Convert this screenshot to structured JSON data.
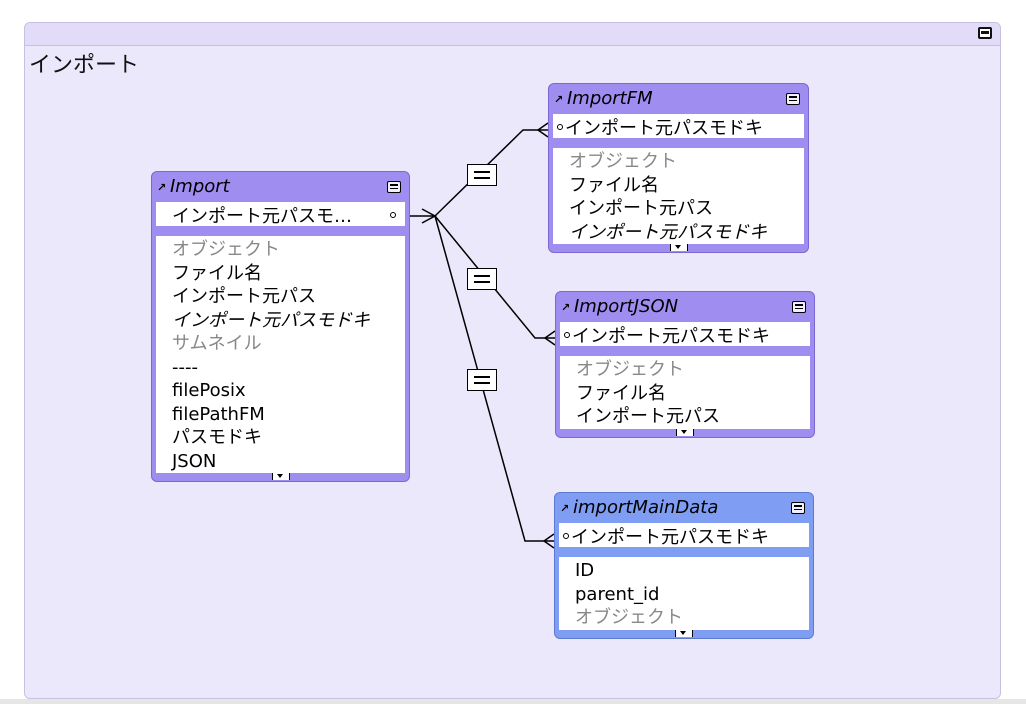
{
  "group": {
    "title": "インポート"
  },
  "tables": [
    {
      "id": "import",
      "name": "Import",
      "color": "purple",
      "key": "インポート元パスモ…",
      "fields": [
        {
          "label": "オブジェクト",
          "style": "muted"
        },
        {
          "label": "ファイル名",
          "style": "normal"
        },
        {
          "label": "インポート元パス",
          "style": "normal"
        },
        {
          "label": "インポート元パスモドキ",
          "style": "italic"
        },
        {
          "label": "サムネイル",
          "style": "muted"
        },
        {
          "label": "----",
          "style": "normal"
        },
        {
          "label": "filePosix",
          "style": "normal"
        },
        {
          "label": "filePathFM",
          "style": "normal"
        },
        {
          "label": "パスモドキ",
          "style": "normal"
        },
        {
          "label": "JSON",
          "style": "normal"
        }
      ]
    },
    {
      "id": "importfm",
      "name": "ImportFM",
      "color": "purple",
      "key": "インポート元パスモドキ",
      "fields": [
        {
          "label": "オブジェクト",
          "style": "muted"
        },
        {
          "label": "ファイル名",
          "style": "normal"
        },
        {
          "label": "インポート元パス",
          "style": "normal"
        },
        {
          "label": "インポート元パスモドキ",
          "style": "italic"
        }
      ]
    },
    {
      "id": "importjson",
      "name": "ImportJSON",
      "color": "purple",
      "key": "インポート元パスモドキ",
      "fields": [
        {
          "label": "オブジェクト",
          "style": "muted"
        },
        {
          "label": "ファイル名",
          "style": "normal"
        },
        {
          "label": "インポート元パス",
          "style": "normal"
        }
      ]
    },
    {
      "id": "importmaindata",
      "name": "importMainData",
      "color": "blue",
      "key": "インポート元パスモドキ",
      "fields": [
        {
          "label": "ID",
          "style": "normal"
        },
        {
          "label": "parent_id",
          "style": "normal"
        },
        {
          "label": "オブジェクト",
          "style": "muted"
        }
      ]
    }
  ],
  "relationships": [
    {
      "from": "Import",
      "to": "ImportFM",
      "operator": "="
    },
    {
      "from": "Import",
      "to": "ImportJSON",
      "operator": "="
    },
    {
      "from": "Import",
      "to": "importMainData",
      "operator": "="
    }
  ],
  "colors": {
    "background": "#ece8fb",
    "table_purple": "#a08df0",
    "table_blue": "#7f9ef3"
  }
}
